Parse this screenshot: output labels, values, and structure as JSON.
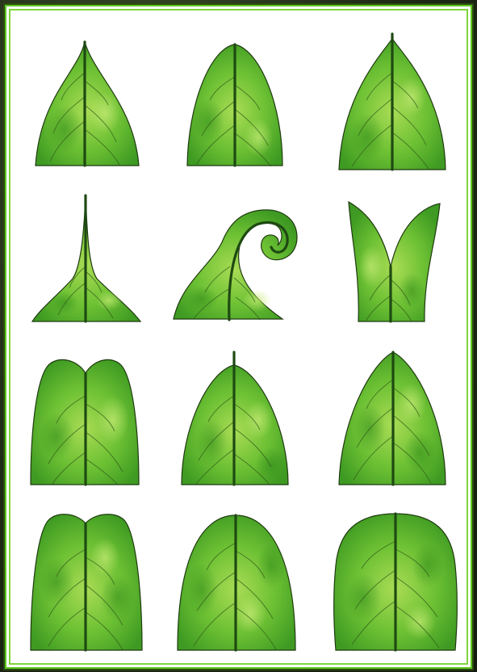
{
  "image": {
    "kind": "leaf apex shape chart",
    "rows": 4,
    "columns": 3,
    "leaf_color": "#5fb82a",
    "leaf_highlight": "#a9dc55",
    "leaf_shade": "#3e9a22",
    "border_color": "#5cc81e",
    "background_color": "#ffffff",
    "leaves": [
      {
        "shape": "acute"
      },
      {
        "shape": "acute-rounded"
      },
      {
        "shape": "acute-mucronate"
      },
      {
        "shape": "acuminate"
      },
      {
        "shape": "cirrhose"
      },
      {
        "shape": "cleft"
      },
      {
        "shape": "emarginate"
      },
      {
        "shape": "mucronate"
      },
      {
        "shape": "obtuse"
      },
      {
        "shape": "retuse"
      },
      {
        "shape": "rounded"
      },
      {
        "shape": "truncate-rounded"
      }
    ]
  }
}
